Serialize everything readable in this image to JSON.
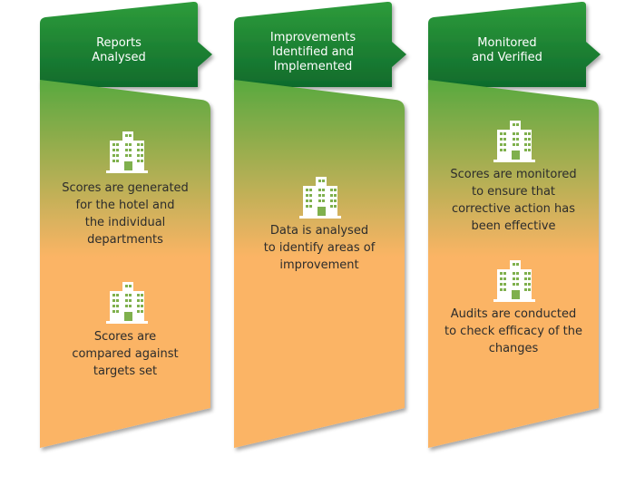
{
  "colors": {
    "header_green_top": "#2e9c3b",
    "header_green_bottom": "#0f6b2c",
    "panel_green": "#58a93f",
    "panel_orange": "#fbb465",
    "building_icon": "#ffffff",
    "text": "#2c2c2c"
  },
  "stages": [
    {
      "header": "Reports\nAnalysed",
      "items": [
        {
          "icon": "building-icon",
          "text": "Scores are generated\nfor the hotel and\nthe individual\ndepartments"
        },
        {
          "icon": "building-icon",
          "text": "Scores are\ncompared against\ntargets set"
        }
      ]
    },
    {
      "header": "Improvements\nIdentified and\nImplemented",
      "items": [
        {
          "icon": "building-icon",
          "text": "Data is analysed\nto identify areas of\nimprovement"
        }
      ]
    },
    {
      "header": "Monitored\nand Verified",
      "items": [
        {
          "icon": "building-icon",
          "text": "Scores are monitored\nto ensure that\ncorrective action has\nbeen effective"
        },
        {
          "icon": "building-icon",
          "text": "Audits are conducted\nto check efficacy of the\nchanges"
        }
      ]
    }
  ]
}
